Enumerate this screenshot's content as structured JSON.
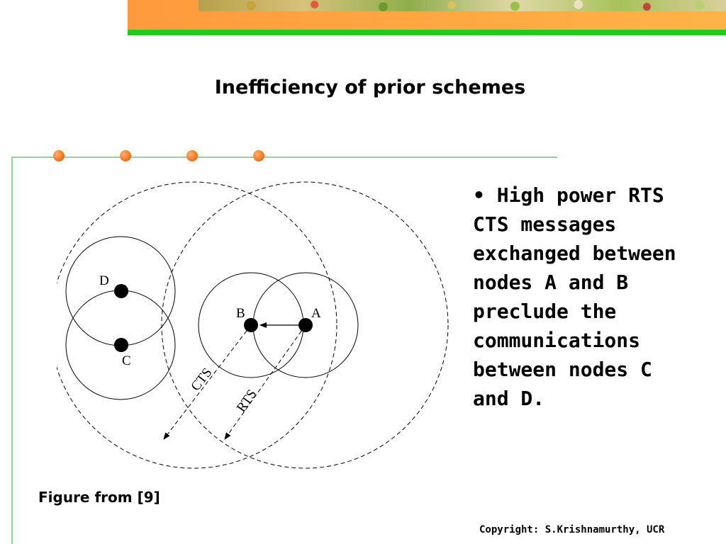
{
  "slide": {
    "title": "Inefficiency of prior schemes",
    "bullet": "• High power RTS CTS messages exchanged between nodes A and B preclude the communications between nodes C and D.",
    "figure_caption": "Figure from [9]",
    "copyright": "Copyright: S.Krishnamurthy, UCR"
  },
  "diagram": {
    "nodes": {
      "a": "A",
      "b": "B",
      "c": "C",
      "d": "D"
    },
    "arrows": {
      "cts": "CTS",
      "rts": "RTS"
    }
  },
  "colors": {
    "banner_orange": "#ff9a3c",
    "banner_green": "#22c91e",
    "frame_line": "#8fd88f",
    "bullet_dot": "#f07d22"
  }
}
